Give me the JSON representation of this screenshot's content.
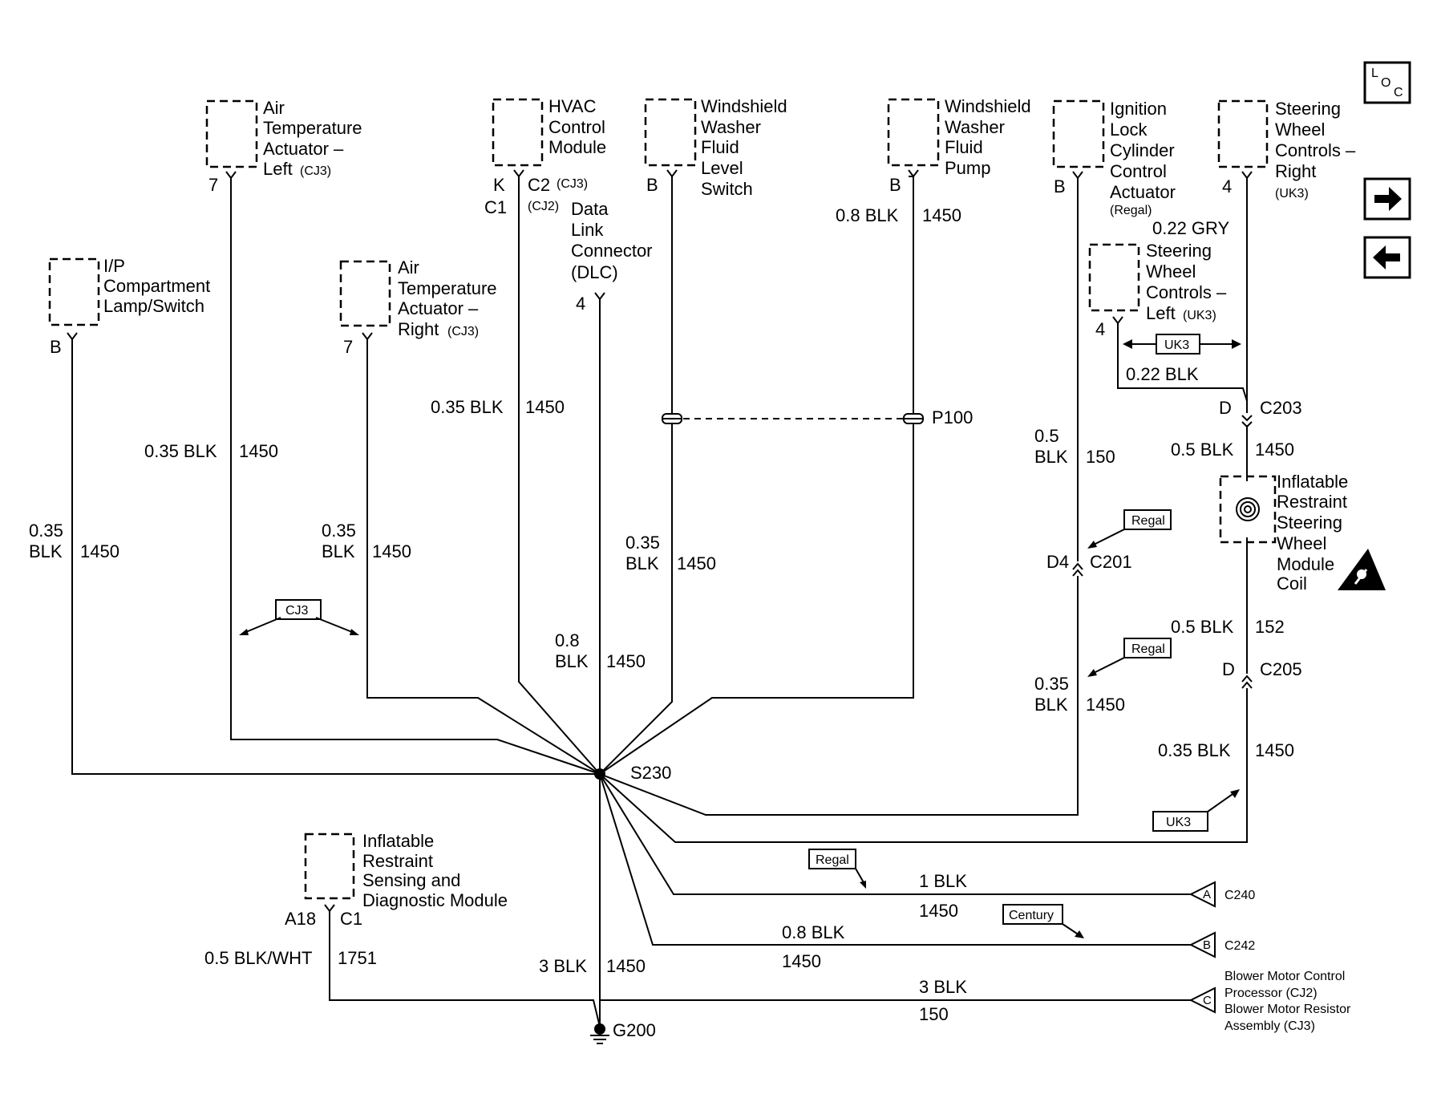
{
  "nav": {
    "loc_l": "L",
    "loc_o": "O",
    "loc_c": "C",
    "next_icon": "arrow-right-icon",
    "prev_icon": "arrow-left-icon"
  },
  "components": {
    "ip_lamp": {
      "lines": [
        "I/P",
        "Compartment",
        "Lamp/Switch"
      ],
      "pin": "B"
    },
    "air_left": {
      "lines": [
        "Air",
        "Temperature",
        "Actuator –",
        "Left"
      ],
      "note": "(CJ3)",
      "pin": "7"
    },
    "air_right": {
      "lines": [
        "Air",
        "Temperature",
        "Actuator –",
        "Right"
      ],
      "note": "(CJ3)",
      "pin": "7"
    },
    "hvac": {
      "lines": [
        "HVAC",
        "Control",
        "Module"
      ],
      "pin_k": "K",
      "pin_c1": "C1",
      "pin_c2": "C2",
      "note_cj3": "(CJ3)",
      "note_cj2": "(CJ2)"
    },
    "dlc": {
      "lines": [
        "Data",
        "Link",
        "Connector",
        "(DLC)"
      ],
      "pin": "4"
    },
    "washer_switch": {
      "lines": [
        "Windshield",
        "Washer",
        "Fluid",
        "Level",
        "Switch"
      ],
      "pin": "B"
    },
    "washer_pump": {
      "lines": [
        "Windshield",
        "Washer",
        "Fluid",
        "Pump"
      ],
      "pin": "B"
    },
    "ignition_lock": {
      "lines": [
        "Ignition",
        "Lock",
        "Cylinder",
        "Control",
        "Actuator"
      ],
      "note": "(Regal)",
      "pin": "B"
    },
    "swc_right": {
      "lines": [
        "Steering",
        "Wheel",
        "Controls –",
        "Right"
      ],
      "note": "(UK3)",
      "pin": "4"
    },
    "swc_left": {
      "lines": [
        "Steering",
        "Wheel",
        "Controls –",
        "Left"
      ],
      "note": "(UK3)",
      "pin": "4"
    },
    "coil": {
      "lines": [
        "Inflatable",
        "Restraint",
        "Steering",
        "Wheel",
        "Module",
        "Coil"
      ]
    },
    "sdm": {
      "lines": [
        "Inflatable",
        "Restraint",
        "Sensing and",
        "Diagnostic Module"
      ],
      "pin_a18": "A18",
      "pin_c1": "C1"
    }
  },
  "wires": {
    "ip": {
      "size": "0.35",
      "color": "BLK",
      "circuit": "1450"
    },
    "air_left": {
      "label": "0.35 BLK",
      "circuit": "1450"
    },
    "air_right": {
      "size": "0.35",
      "color": "BLK",
      "circuit": "1450"
    },
    "hvac": {
      "label": "0.35 BLK",
      "circuit": "1450"
    },
    "dlc": {
      "size": "0.8",
      "color": "BLK",
      "circuit": "1450"
    },
    "washer_switch": {
      "size": "0.35",
      "color": "BLK",
      "circuit": "1450"
    },
    "washer_pump": {
      "label": "0.8 BLK",
      "circuit": "1450"
    },
    "swc_right": {
      "label": "0.22 GRY"
    },
    "swc_left": {
      "label": "0.22 BLK"
    },
    "c203_down": {
      "label": "0.5 BLK",
      "circuit": "1450"
    },
    "ign_top": {
      "size": "0.5",
      "color": "BLK",
      "circuit": "150"
    },
    "ign_bottom": {
      "size": "0.35",
      "color": "BLK",
      "circuit": "1450"
    },
    "coil_down": {
      "label": "0.5 BLK",
      "circuit": "152"
    },
    "c205_down": {
      "label": "0.35 BLK",
      "circuit": "1450"
    },
    "c240": {
      "label": "1 BLK",
      "circuit": "1450"
    },
    "c242": {
      "label": "0.8 BLK",
      "circuit": "1450"
    },
    "blower": {
      "label": "3 BLK",
      "circuit": "150"
    },
    "ground": {
      "label": "3 BLK",
      "circuit": "1450"
    },
    "sdm": {
      "label": "0.5 BLK/WHT",
      "circuit": "1751"
    }
  },
  "connectors": {
    "p100": "P100",
    "c203": {
      "name": "C203",
      "pin": "D"
    },
    "c201": {
      "name": "C201",
      "pin": "D4"
    },
    "c205": {
      "name": "C205",
      "pin": "D"
    },
    "c240": {
      "name": "C240",
      "pin": "A"
    },
    "c242": {
      "name": "C242",
      "pin": "B"
    },
    "c_blower": {
      "pin": "C",
      "lines": [
        "Blower Motor Control",
        "Processor (CJ2)",
        "Blower Motor Resistor",
        "Assembly (CJ3)"
      ]
    }
  },
  "splice": "S230",
  "ground": "G200",
  "options": {
    "cj3": "CJ3",
    "uk3_arrow": "UK3",
    "uk3_box": "UK3",
    "regal_c201": "Regal",
    "regal_ign": "Regal",
    "regal_c240": "Regal",
    "century": "Century"
  },
  "icons": {
    "coil": "airbag-coil-icon",
    "warning": "airbag-warning-icon"
  }
}
